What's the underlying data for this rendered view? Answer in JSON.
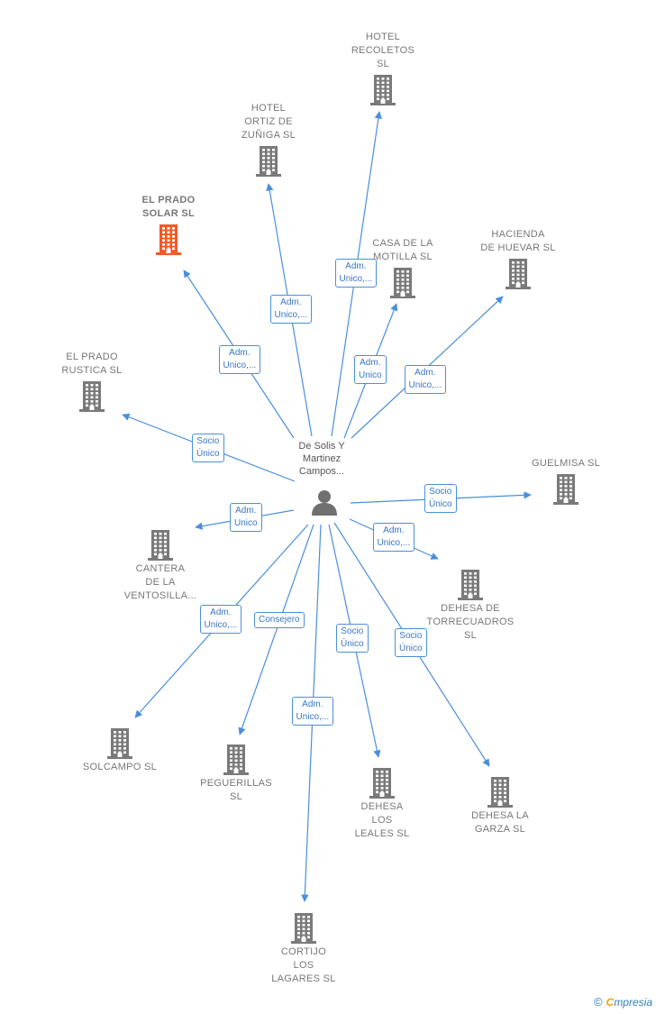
{
  "center": {
    "name": "De Solis Y\nMartinez\nCampos..."
  },
  "colors": {
    "edge": "#4a8fdb",
    "building": "#7a7a7a",
    "highlight": "#f15a24"
  },
  "nodes": [
    {
      "id": "hotel-recoletos",
      "name": "HOTEL\nRECOLETOS\nSL",
      "highlight": false
    },
    {
      "id": "hotel-ortiz",
      "name": "HOTEL\nORTIZ DE\nZUÑIGA  SL",
      "highlight": false
    },
    {
      "id": "el-prado-solar",
      "name": "EL PRADO\nSOLAR  SL",
      "highlight": true
    },
    {
      "id": "casa-motilla",
      "name": "CASA DE LA\nMOTILLA  SL",
      "highlight": false
    },
    {
      "id": "hacienda-huevar",
      "name": "HACIENDA\nDE HUEVAR  SL",
      "highlight": false
    },
    {
      "id": "el-prado-rustica",
      "name": "EL PRADO\nRUSTICA  SL",
      "highlight": false
    },
    {
      "id": "guelmisa",
      "name": "GUELMISA SL",
      "highlight": false
    },
    {
      "id": "cantera-ventosilla",
      "name": "CANTERA\nDE LA\nVENTOSILLA...",
      "highlight": false
    },
    {
      "id": "dehesa-torrecuadros",
      "name": "DEHESA DE\nTORRECUADROS\nSL",
      "highlight": false
    },
    {
      "id": "solcampo",
      "name": "SOLCAMPO SL",
      "highlight": false
    },
    {
      "id": "peguerillas",
      "name": "PEGUERILLAS\nSL",
      "highlight": false
    },
    {
      "id": "dehesa-leales",
      "name": "DEHESA\nLOS\nLEALES  SL",
      "highlight": false
    },
    {
      "id": "dehesa-garza",
      "name": "DEHESA LA\nGARZA  SL",
      "highlight": false
    },
    {
      "id": "cortijo-lagares",
      "name": "CORTIJO\nLOS\nLAGARES  SL",
      "highlight": false
    }
  ],
  "edges": [
    {
      "target": "hotel-recoletos",
      "label": "Adm.\nUnico,..."
    },
    {
      "target": "hotel-ortiz",
      "label": "Adm.\nUnico,..."
    },
    {
      "target": "el-prado-solar",
      "label": "Adm.\nUnico,..."
    },
    {
      "target": "casa-motilla",
      "label": "Adm.\nUnico"
    },
    {
      "target": "hacienda-huevar",
      "label": "Adm.\nUnico,..."
    },
    {
      "target": "el-prado-rustica",
      "label": "Socio\nÚnico"
    },
    {
      "target": "guelmisa",
      "label": "Socio\nÚnico"
    },
    {
      "target": "cantera-ventosilla",
      "label": "Adm.\nUnico"
    },
    {
      "target": "dehesa-torrecuadros",
      "label": "Adm.\nUnico,..."
    },
    {
      "target": "solcampo",
      "label": "Adm.\nUnico,..."
    },
    {
      "target": "peguerillas",
      "label": "Consejero"
    },
    {
      "target": "dehesa-leales",
      "label": "Socio\nÚnico"
    },
    {
      "target": "dehesa-garza",
      "label": "Socio\nÚnico"
    },
    {
      "target": "cortijo-lagares",
      "label": "Adm.\nUnico,..."
    }
  ],
  "footer": {
    "copyright": "©",
    "brand_initial": "C",
    "brand_rest": "mpresia"
  }
}
